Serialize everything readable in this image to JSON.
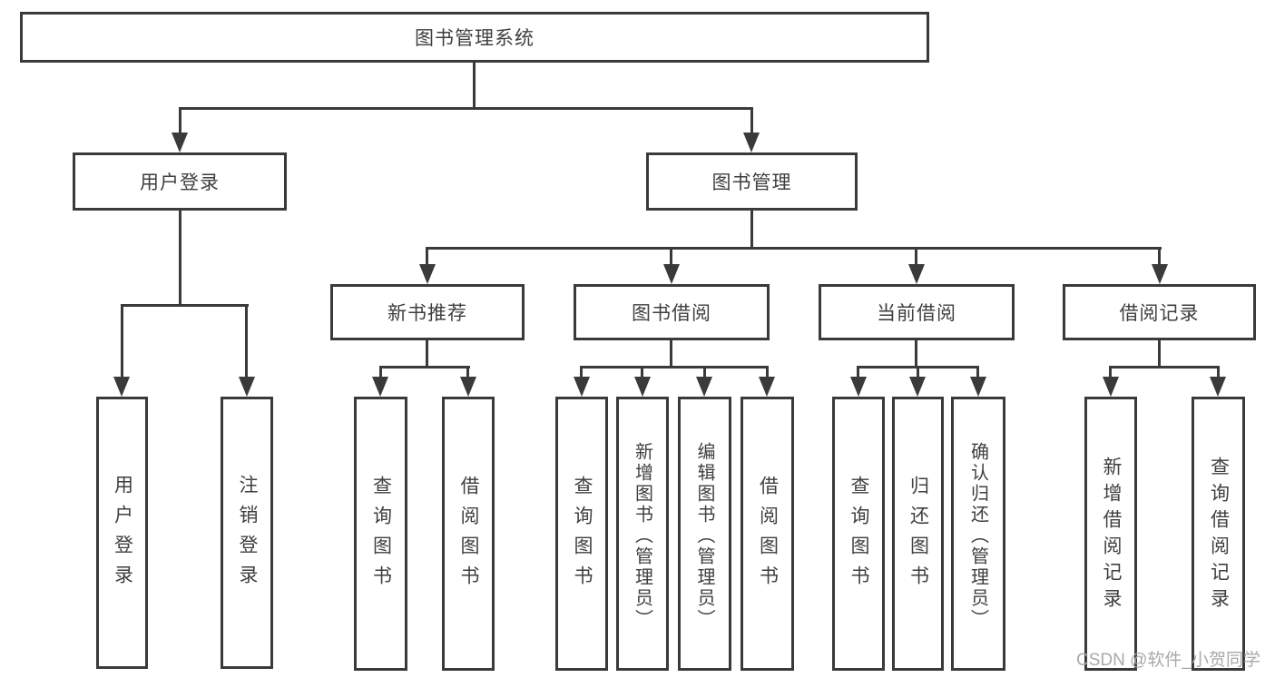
{
  "diagram_type": "hierarchy-tree",
  "colors": {
    "line": "#3a3a3a",
    "node_text": "#3f3f3f",
    "node_fill": "#ffffff",
    "watermark_text_color": "#a9a9a9"
  },
  "tree": {
    "label": "图书管理系统",
    "children": [
      {
        "label": "用户登录",
        "children": [
          {
            "label": "用户登录"
          },
          {
            "label": "注销登录"
          }
        ]
      },
      {
        "label": "图书管理",
        "children": [
          {
            "label": "新书推荐",
            "children": [
              {
                "label": "查询图书"
              },
              {
                "label": "借阅图书"
              }
            ]
          },
          {
            "label": "图书借阅",
            "children": [
              {
                "label": "查询图书"
              },
              {
                "label": "新增图书（管理员）"
              },
              {
                "label": "编辑图书（管理员）"
              },
              {
                "label": "借阅图书"
              }
            ]
          },
          {
            "label": "当前借阅",
            "children": [
              {
                "label": "查询图书"
              },
              {
                "label": "归还图书"
              },
              {
                "label": "确认归还（管理员）"
              }
            ]
          },
          {
            "label": "借阅记录",
            "children": [
              {
                "label": "新增借阅记录"
              },
              {
                "label": "查询借阅记录"
              }
            ]
          }
        ]
      }
    ]
  },
  "watermark": {
    "text": "CSDN @软件_小贺同学"
  }
}
